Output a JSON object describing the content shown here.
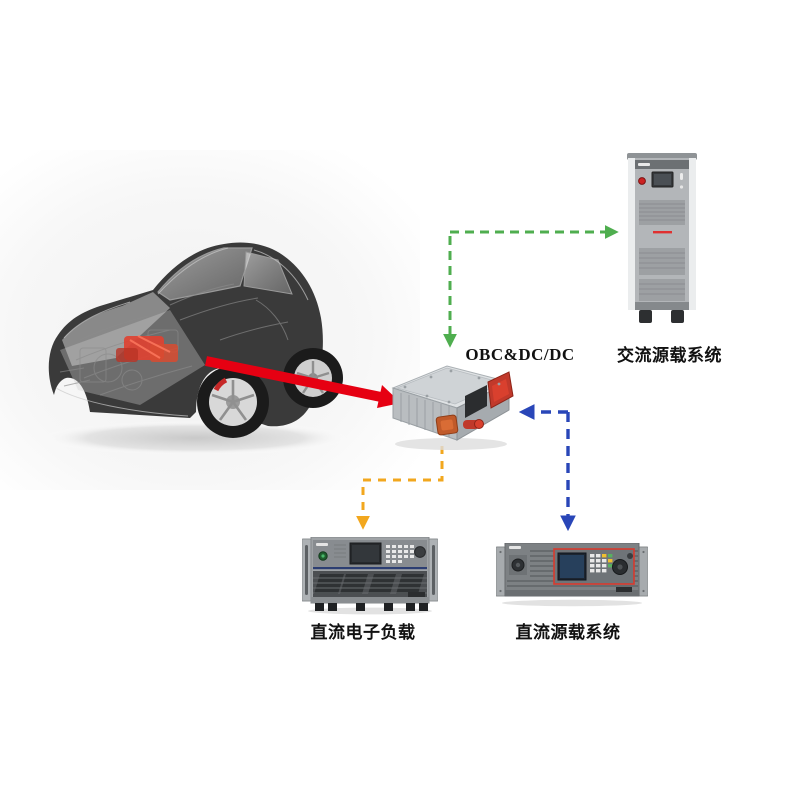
{
  "diagram": {
    "type": "test-system-topology",
    "subject": "EV on-board charger (OBC & DC/DC) test setup",
    "labels": {
      "obc": "OBC&DC/DC",
      "ac_system": "交流源载系统",
      "dc_load": "直流电子负载",
      "dc_source": "直流源载系统"
    },
    "nodes": [
      {
        "id": "vehicle",
        "kind": "transparent-car-illustration",
        "label": ""
      },
      {
        "id": "obc",
        "kind": "converter-box",
        "label": "OBC&DC/DC"
      },
      {
        "id": "ac_system",
        "kind": "floor-cabinet-instrument",
        "label": "交流源载系统"
      },
      {
        "id": "dc_load",
        "kind": "rack-instrument",
        "label": "直流电子负载"
      },
      {
        "id": "dc_source",
        "kind": "rack-instrument",
        "label": "直流源载系统"
      }
    ],
    "connections": [
      {
        "id": "obc-ac",
        "from": "OBC&DC/DC",
        "to": "交流源载系统",
        "style": "dashed",
        "arrows": "both",
        "color": "#4fae4f"
      },
      {
        "id": "obc-dc-load",
        "from": "OBC&DC/DC",
        "to": "直流电子负载",
        "style": "dashed",
        "arrows": "to",
        "color": "#f2a71e"
      },
      {
        "id": "obc-dc-source",
        "from": "OBC&DC/DC",
        "to": "直流源载系统",
        "style": "dashed",
        "arrows": "both",
        "color": "#2946b8"
      },
      {
        "id": "car-obc",
        "from": "vehicle",
        "to": "OBC&DC/DC",
        "style": "solid-thick",
        "arrows": "to",
        "color": "#e60012"
      }
    ],
    "colors": {
      "green": "#4fae4f",
      "yellow": "#f2a71e",
      "blue": "#2946b8",
      "red": "#e60012",
      "cabinet_red_line": "#e03030",
      "background": "#ffffff"
    }
  }
}
